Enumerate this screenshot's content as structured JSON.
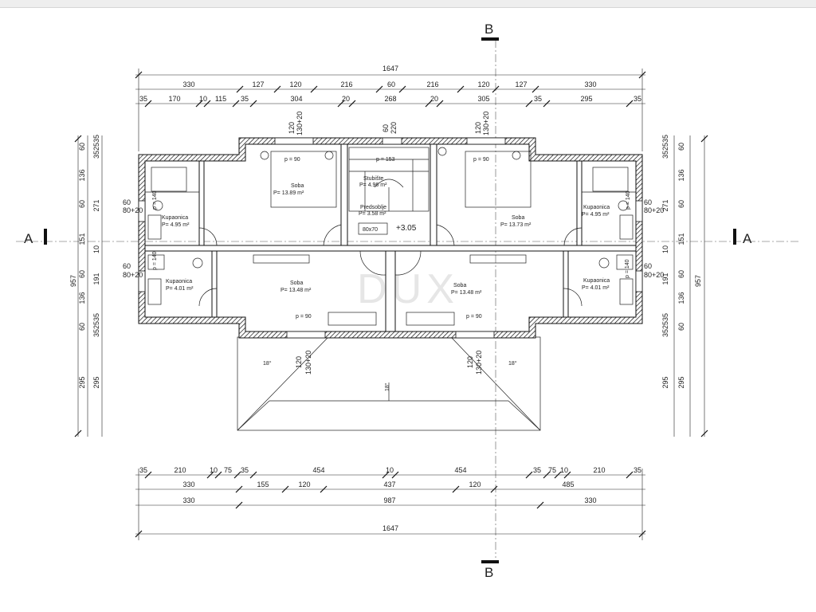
{
  "window": {
    "title": ""
  },
  "section_marks": {
    "a_left": "A",
    "a_right": "A",
    "b_top": "B",
    "b_bottom": "B"
  },
  "watermark": "DUX",
  "dims_top": {
    "overall": "1647",
    "row2": [
      "330",
      "127",
      "120",
      "216",
      "60",
      "216",
      "120",
      "127",
      "330"
    ],
    "row3": [
      "35",
      "170",
      "10",
      "115",
      "35",
      "304",
      "20",
      "268",
      "20",
      "305",
      "35",
      "295",
      "35"
    ]
  },
  "dims_bottom": {
    "row1": [
      "35",
      "210",
      "10",
      "75",
      "35",
      "454",
      "10",
      "454",
      "35",
      "75",
      "10",
      "210",
      "35"
    ],
    "row2": [
      "330",
      "155",
      "120",
      "437",
      "120",
      "485"
    ],
    "row3": [
      "330",
      "987",
      "330"
    ],
    "overall": "1647"
  },
  "dims_left": {
    "overall": "957",
    "col_outer": [
      "60",
      "136",
      "60",
      "151",
      "60",
      "136",
      "60",
      "295"
    ],
    "col_inner": [
      "352535",
      "271",
      "10",
      "191",
      "352535",
      "295"
    ],
    "window_left": [
      "60",
      "80+20",
      "60",
      "80+20"
    ]
  },
  "dims_right": {
    "overall": "957",
    "col_outer": [
      "60",
      "136",
      "60",
      "151",
      "60",
      "136",
      "60",
      "295"
    ],
    "col_inner": [
      "352535",
      "271",
      "10",
      "191",
      "352535",
      "295"
    ],
    "window_right": [
      "60",
      "80+20",
      "60",
      "80+20"
    ]
  },
  "window_labels": {
    "top_left": [
      "120",
      "130+20"
    ],
    "top_mid": [
      "60",
      "220"
    ],
    "top_right": [
      "120",
      "130+20"
    ],
    "bot_left": [
      "120",
      "130+20"
    ],
    "bot_right": [
      "120",
      "130+20"
    ]
  },
  "rooms": {
    "soba_tl": {
      "name": "Soba",
      "area": "P= 13.89 m²",
      "sill": "p = 90"
    },
    "stubiste": {
      "name": "Stubište",
      "area": "P= 4.96 m²",
      "sill": "p = 153"
    },
    "soba_tr": {
      "name": "Soba",
      "area": "P= 13.73 m²",
      "sill": "p = 90"
    },
    "predsoblje": {
      "name": "Predsoblje",
      "area": "P= 3.58 m²",
      "hatch": "80x70",
      "level": "+3.05"
    },
    "kup_tl": {
      "name": "Kupaonica",
      "area": "P= 4.95 m²",
      "sill": "p = 140"
    },
    "kup_tr": {
      "name": "Kupaonica",
      "area": "P= 4.95 m²",
      "sill": "p = 140"
    },
    "kup_bl": {
      "name": "Kupaonica",
      "area": "P= 4.01 m²",
      "sill": "p = 140"
    },
    "kup_br": {
      "name": "Kupaonica",
      "area": "P= 4.01 m²",
      "sill": "p = 140"
    },
    "soba_bl": {
      "name": "Soba",
      "area": "P= 13.48 m²",
      "sill": "p = 90"
    },
    "soba_br": {
      "name": "Soba",
      "area": "P= 13.48 m²",
      "sill": "p = 90"
    }
  },
  "roof": {
    "slope_left": "18°",
    "slope_mid": "18°",
    "slope_right": "18°"
  }
}
